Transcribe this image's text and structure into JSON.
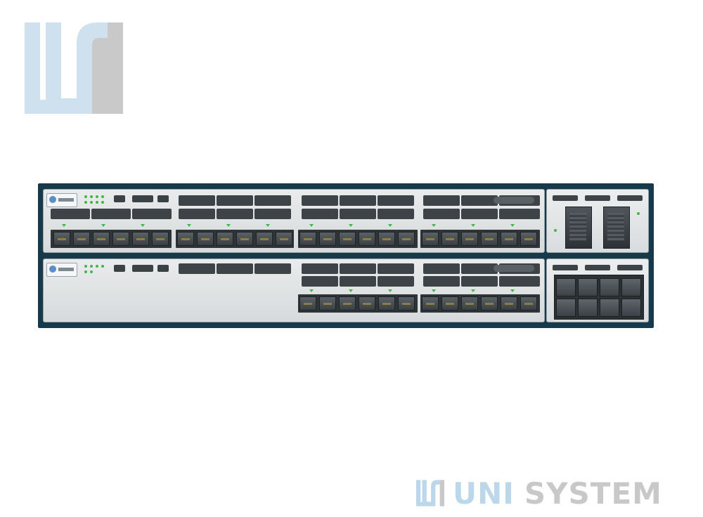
{
  "brand": {
    "word_uni": "UNI",
    "word_system": "SYSTEM",
    "color_uni": "#bcd6ea",
    "color_system": "#c8c8c8",
    "logo_icon": "uni-system-logo-icon"
  },
  "colors": {
    "stack_frame": "#163a4a",
    "chassis": "#e2e4e6",
    "ports": "#3d4347",
    "led": "#43b649"
  },
  "device": {
    "units": 2
  }
}
